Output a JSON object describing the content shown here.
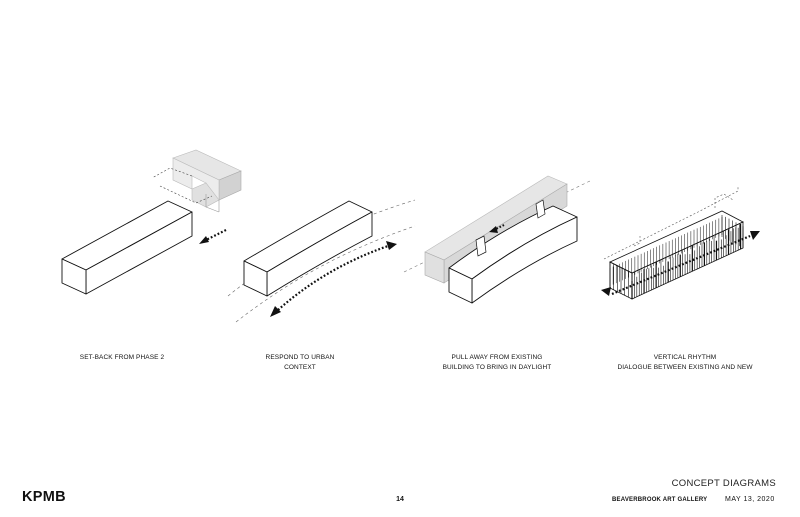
{
  "panels": [
    {
      "caption_lines": [
        "SET-BACK FROM PHASE 2"
      ]
    },
    {
      "caption_lines": [
        "RESPOND TO URBAN",
        "CONTEXT"
      ]
    },
    {
      "caption_lines": [
        "PULL AWAY FROM EXISTING",
        "BUILDING TO BRING IN DAYLIGHT"
      ]
    },
    {
      "caption_lines": [
        "VERTICAL RHYTHM",
        "DIALOGUE BETWEEN EXISTING AND NEW"
      ]
    }
  ],
  "footer": {
    "logo": "KPMB",
    "page_number": "14",
    "document_title": "CONCEPT DIAGRAMS",
    "project": "BEAVERBROOK ART GALLERY",
    "date": "MAY 13, 2020"
  },
  "colors": {
    "ink": "#111111",
    "existing_fill": "#e6e6e6",
    "existing_side": "#d2d2d2",
    "paper": "#ffffff"
  }
}
